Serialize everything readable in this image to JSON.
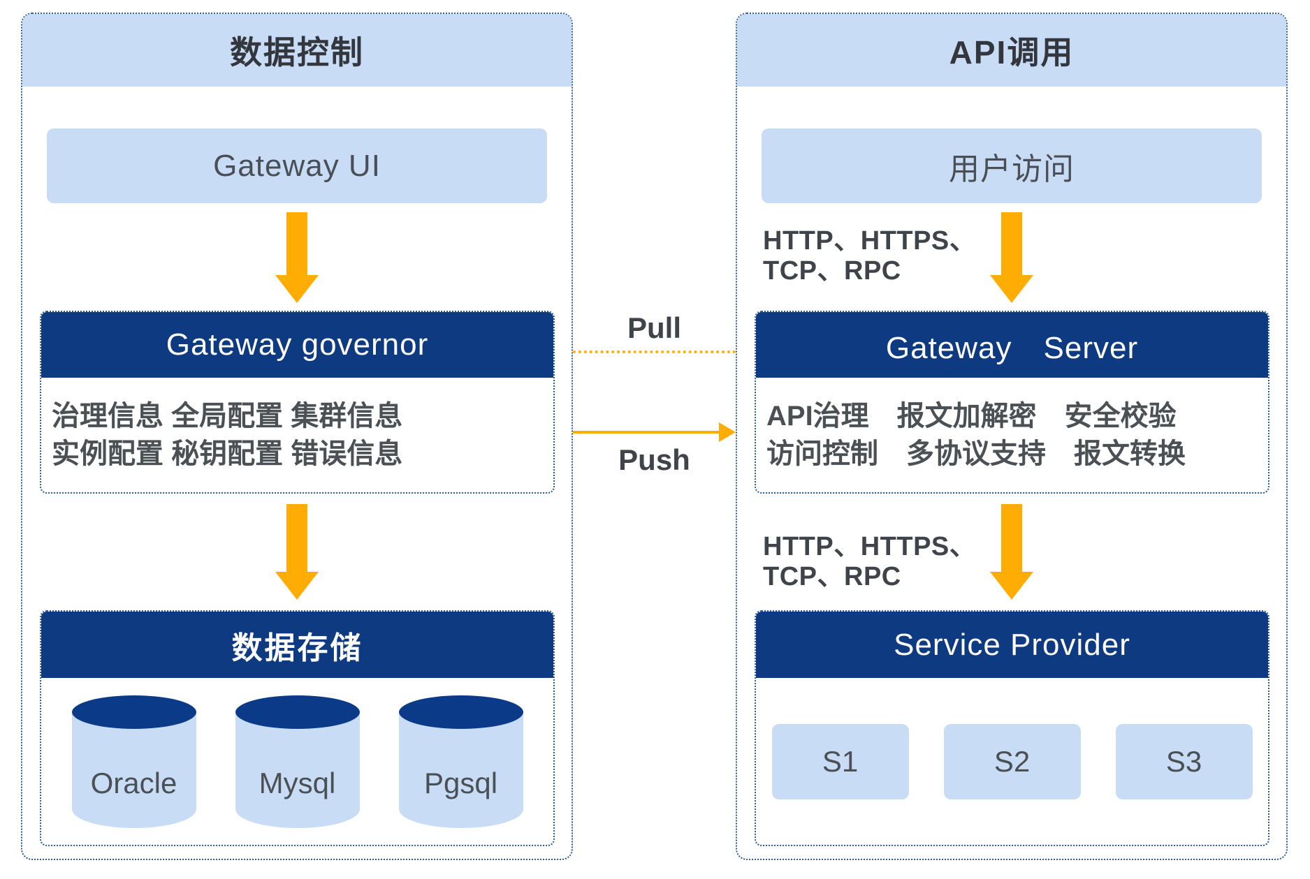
{
  "colors": {
    "navy": "#0d3a80",
    "light_blue": "#c8dcf5",
    "orange": "#ffac05",
    "text_dark": "#3f444b",
    "text_gray": "#4b5055",
    "border_navy": "#2a5a96",
    "white": "#ffffff"
  },
  "left_panel": {
    "title": "数据控制",
    "gateway_ui_label": "Gateway UI",
    "governor": {
      "title": "Gateway governor",
      "lines": [
        "治理信息 全局配置 集群信息",
        "实例配置 秘钥配置 错误信息"
      ]
    },
    "datastore": {
      "title": "数据存储",
      "databases": [
        "Oracle",
        "Mysql",
        "Pgsql"
      ]
    }
  },
  "connectors": {
    "pull_label": "Pull",
    "push_label": "Push"
  },
  "right_panel": {
    "title": "API调用",
    "user_access_label": "用户访问",
    "protocols_top": {
      "line1": "HTTP、HTTPS、",
      "line2": "TCP、RPC"
    },
    "gateway_server": {
      "title": "Gateway　Server",
      "lines": [
        "API治理　报文加解密　安全校验",
        "访问控制　多协议支持　报文转换"
      ]
    },
    "protocols_bottom": {
      "line1": "HTTP、HTTPS、",
      "line2": "TCP、RPC"
    },
    "service_provider": {
      "title": "Service Provider",
      "services": [
        "S1",
        "S2",
        "S3"
      ]
    }
  }
}
